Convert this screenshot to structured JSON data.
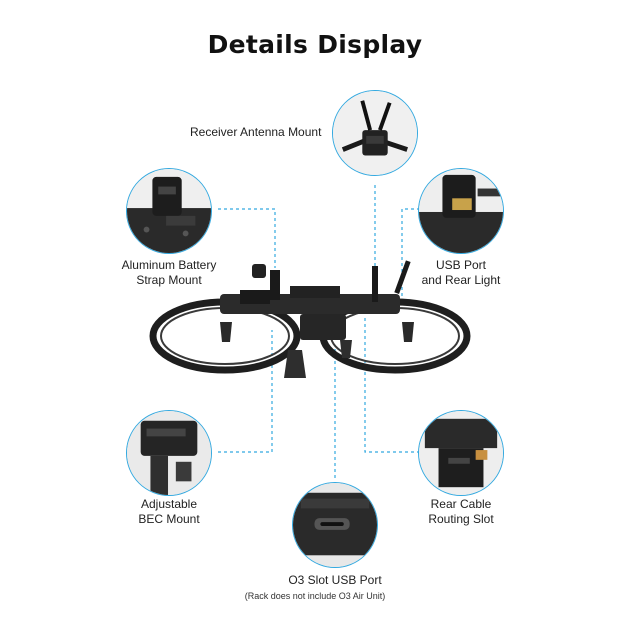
{
  "title": "Details Display",
  "callouts": {
    "receiver": [
      "Receiver Antenna Mount"
    ],
    "aluminum": [
      "Aluminum Battery",
      "Strap Mount"
    ],
    "usb_rear": [
      "USB Port",
      "and Rear Light"
    ],
    "bec": [
      "Adjustable",
      "BEC Mount"
    ],
    "rear_cable": [
      "Rear Cable",
      "Routing Slot"
    ],
    "o3_slot": [
      "O3 Slot USB Port"
    ]
  },
  "note": "(Rack does not include O3 Air Unit)",
  "colors": {
    "accent": "#33a9e0",
    "frame": "#1e1e1e",
    "text": "#222222"
  }
}
